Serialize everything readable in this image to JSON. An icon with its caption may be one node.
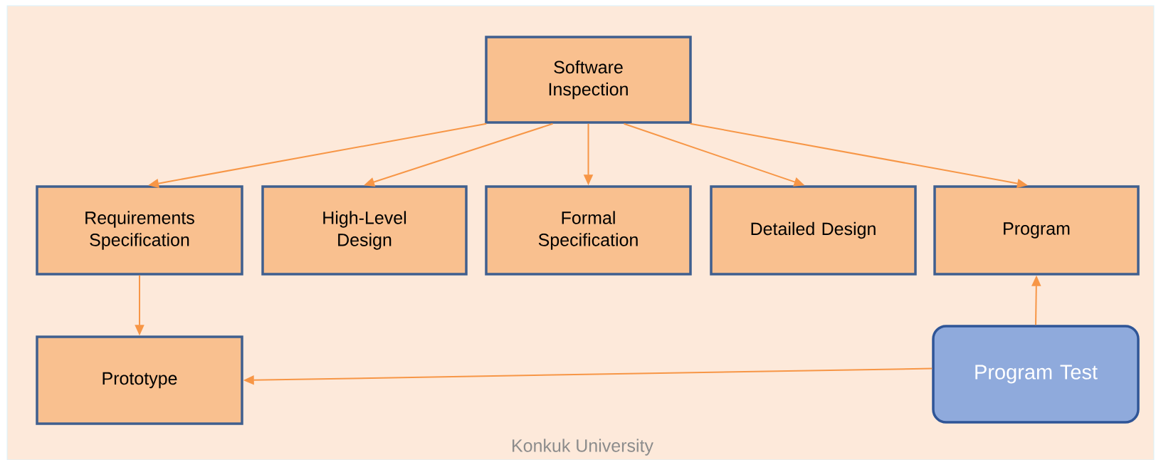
{
  "diagram": {
    "nodes": [
      {
        "text": [
          "Software Inspection"
        ]
      },
      {
        "text": [
          "Requirements Specification"
        ]
      },
      {
        "text": [
          "High-Level Design"
        ]
      },
      {
        "text": [
          "Formal Specification"
        ]
      },
      {
        "text": [
          "Detailed Design"
        ]
      },
      {
        "text": [
          "Program"
        ]
      },
      {
        "text": [
          "Prototype"
        ]
      },
      {
        "text": [
          "Program Test"
        ]
      }
    ],
    "edges": [
      {
        "from": 0,
        "to": 1,
        "arrow": "to"
      },
      {
        "from": 0,
        "to": 2,
        "arrow": "to"
      },
      {
        "from": 0,
        "to": 3,
        "arrow": "to"
      },
      {
        "from": 0,
        "to": 4,
        "arrow": "to"
      },
      {
        "from": 0,
        "to": 5,
        "arrow": "to"
      },
      {
        "from": 1,
        "to": 6,
        "arrow": "to"
      },
      {
        "from": 7,
        "to": 5,
        "arrow": "to"
      },
      {
        "from": 7,
        "to": 6,
        "arrow": "to"
      }
    ],
    "labels": [
      "Konkuk University"
    ]
  }
}
